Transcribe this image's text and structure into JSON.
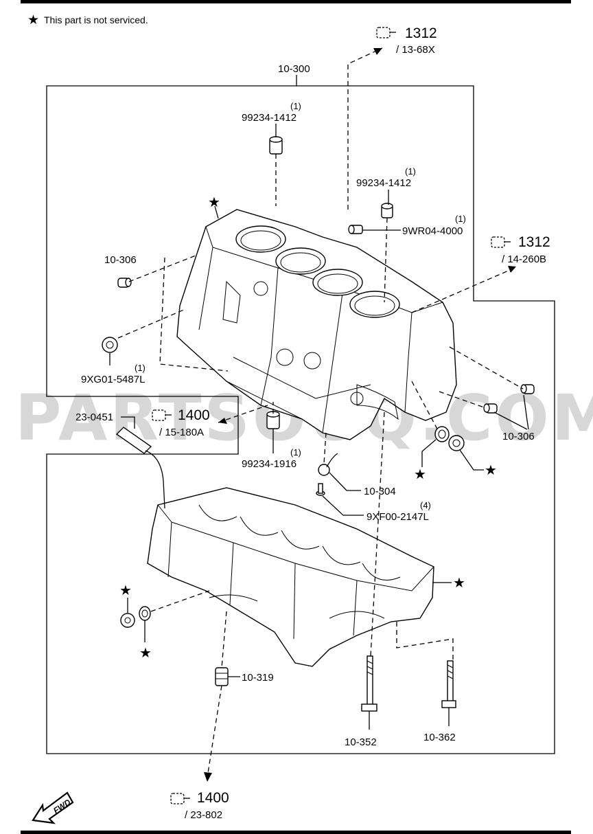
{
  "note": {
    "star": "★",
    "text": "This part is not serviced."
  },
  "star": "★",
  "watermark": "PARTSOUQ.COM",
  "fwd": "FWD",
  "refs": [
    {
      "id": "ref-1312-top",
      "num": "1312",
      "sub": "/ 13-68X"
    },
    {
      "id": "ref-1312-right",
      "num": "1312",
      "sub": "/ 14-260B"
    },
    {
      "id": "ref-1400-left",
      "num": "1400",
      "sub": "/ 15-180A"
    },
    {
      "id": "ref-1400-bottom",
      "num": "1400",
      "sub": "/ 23-802"
    }
  ],
  "callouts": {
    "assembly": "10-300",
    "p_99234_1412_a": {
      "label": "99234-1412",
      "qty": "(1)"
    },
    "p_99234_1412_b": {
      "label": "99234-1412",
      "qty": "(1)"
    },
    "p_9wr04_4000": {
      "label": "9WR04-4000",
      "qty": "(1)"
    },
    "p_10_306_left": "10-306",
    "p_9xg01_5487l": {
      "label": "9XG01-5487L",
      "qty": "(1)"
    },
    "p_23_0451": "23-0451",
    "p_99234_1916": {
      "label": "99234-1916",
      "qty": "(1)"
    },
    "p_10_306_right": "10-306",
    "p_10_304": "10-304",
    "p_9xf00_2147l": {
      "label": "9XF00-2147L",
      "qty": "(4)"
    },
    "p_10_319": "10-319",
    "p_10_352": "10-352",
    "p_10_362": "10-362"
  }
}
